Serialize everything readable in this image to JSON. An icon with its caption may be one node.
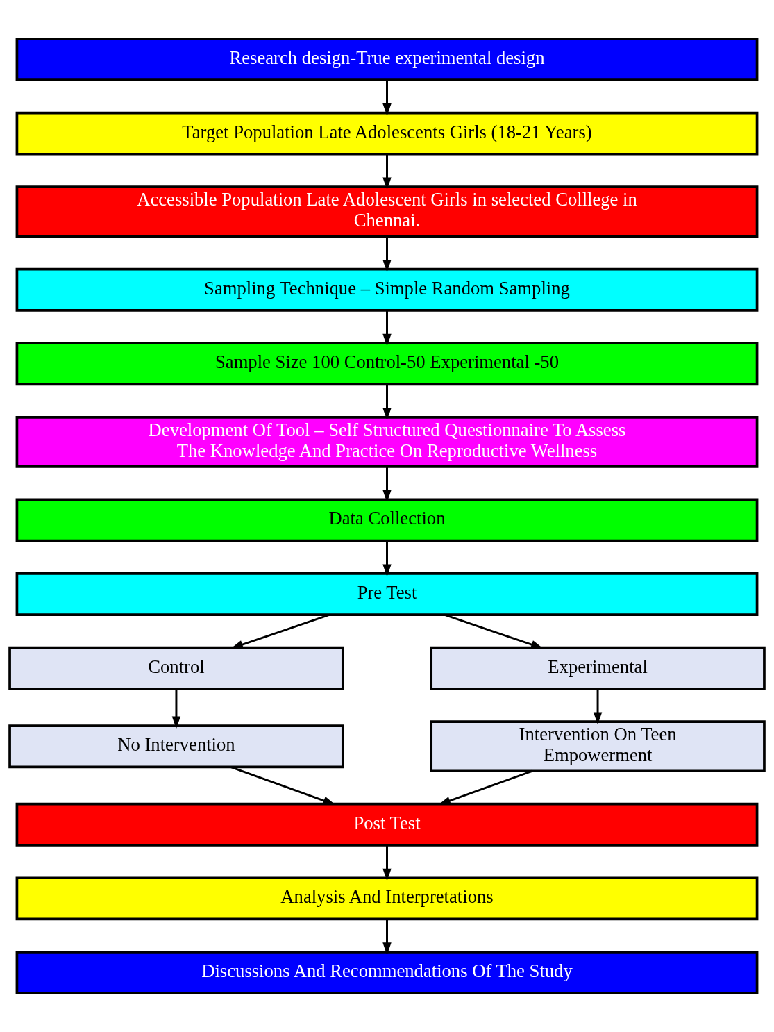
{
  "diagram": {
    "nodes": [
      {
        "text": [
          "Research design-True experimental design"
        ]
      },
      {
        "text": [
          "Target Population Late Adolescents Girls (18-21 Years)"
        ]
      },
      {
        "text": [
          "Accessible Population Late Adolescent Girls in selected Colllege in Chennai."
        ]
      },
      {
        "text": [
          "Sampling Technique – Simple Random Sampling"
        ]
      },
      {
        "text": [
          "Sample Size 100 Control-50 Experimental -50"
        ]
      },
      {
        "text": [
          "Development Of Tool – Self Structured Questionnaire To Assess The Knowledge And Practice On Reproductive Wellness"
        ]
      },
      {
        "text": [
          "Data Collection"
        ]
      },
      {
        "text": [
          "Pre Test"
        ]
      },
      {
        "text": [
          "Control"
        ]
      },
      {
        "text": [
          "Experimental"
        ]
      },
      {
        "text": [
          "No Intervention"
        ]
      },
      {
        "text": [
          "Intervention On Teen Empowerment"
        ]
      },
      {
        "text": [
          "Post Test"
        ]
      },
      {
        "text": [
          "Analysis And Interpretations"
        ]
      },
      {
        "text": [
          "Discussions And Recommendations Of The Study"
        ]
      }
    ],
    "edges": [
      {
        "from": 0,
        "to": 1,
        "arrow": "to"
      },
      {
        "from": 1,
        "to": 2,
        "arrow": "to"
      },
      {
        "from": 2,
        "to": 3,
        "arrow": "to"
      },
      {
        "from": 3,
        "to": 4,
        "arrow": "to"
      },
      {
        "from": 4,
        "to": 5,
        "arrow": "to"
      },
      {
        "from": 5,
        "to": 6,
        "arrow": "to"
      },
      {
        "from": 6,
        "to": 7,
        "arrow": "to"
      },
      {
        "from": 7,
        "to": 8,
        "arrow": "to"
      },
      {
        "from": 7,
        "to": 9,
        "arrow": "to"
      },
      {
        "from": 8,
        "to": 10,
        "arrow": "to"
      },
      {
        "from": 9,
        "to": 11,
        "arrow": "to"
      },
      {
        "from": 10,
        "to": 12,
        "arrow": "to"
      },
      {
        "from": 11,
        "to": 12,
        "arrow": "to"
      },
      {
        "from": 12,
        "to": 13,
        "arrow": "to"
      },
      {
        "from": 13,
        "to": 14,
        "arrow": "to"
      }
    ]
  }
}
